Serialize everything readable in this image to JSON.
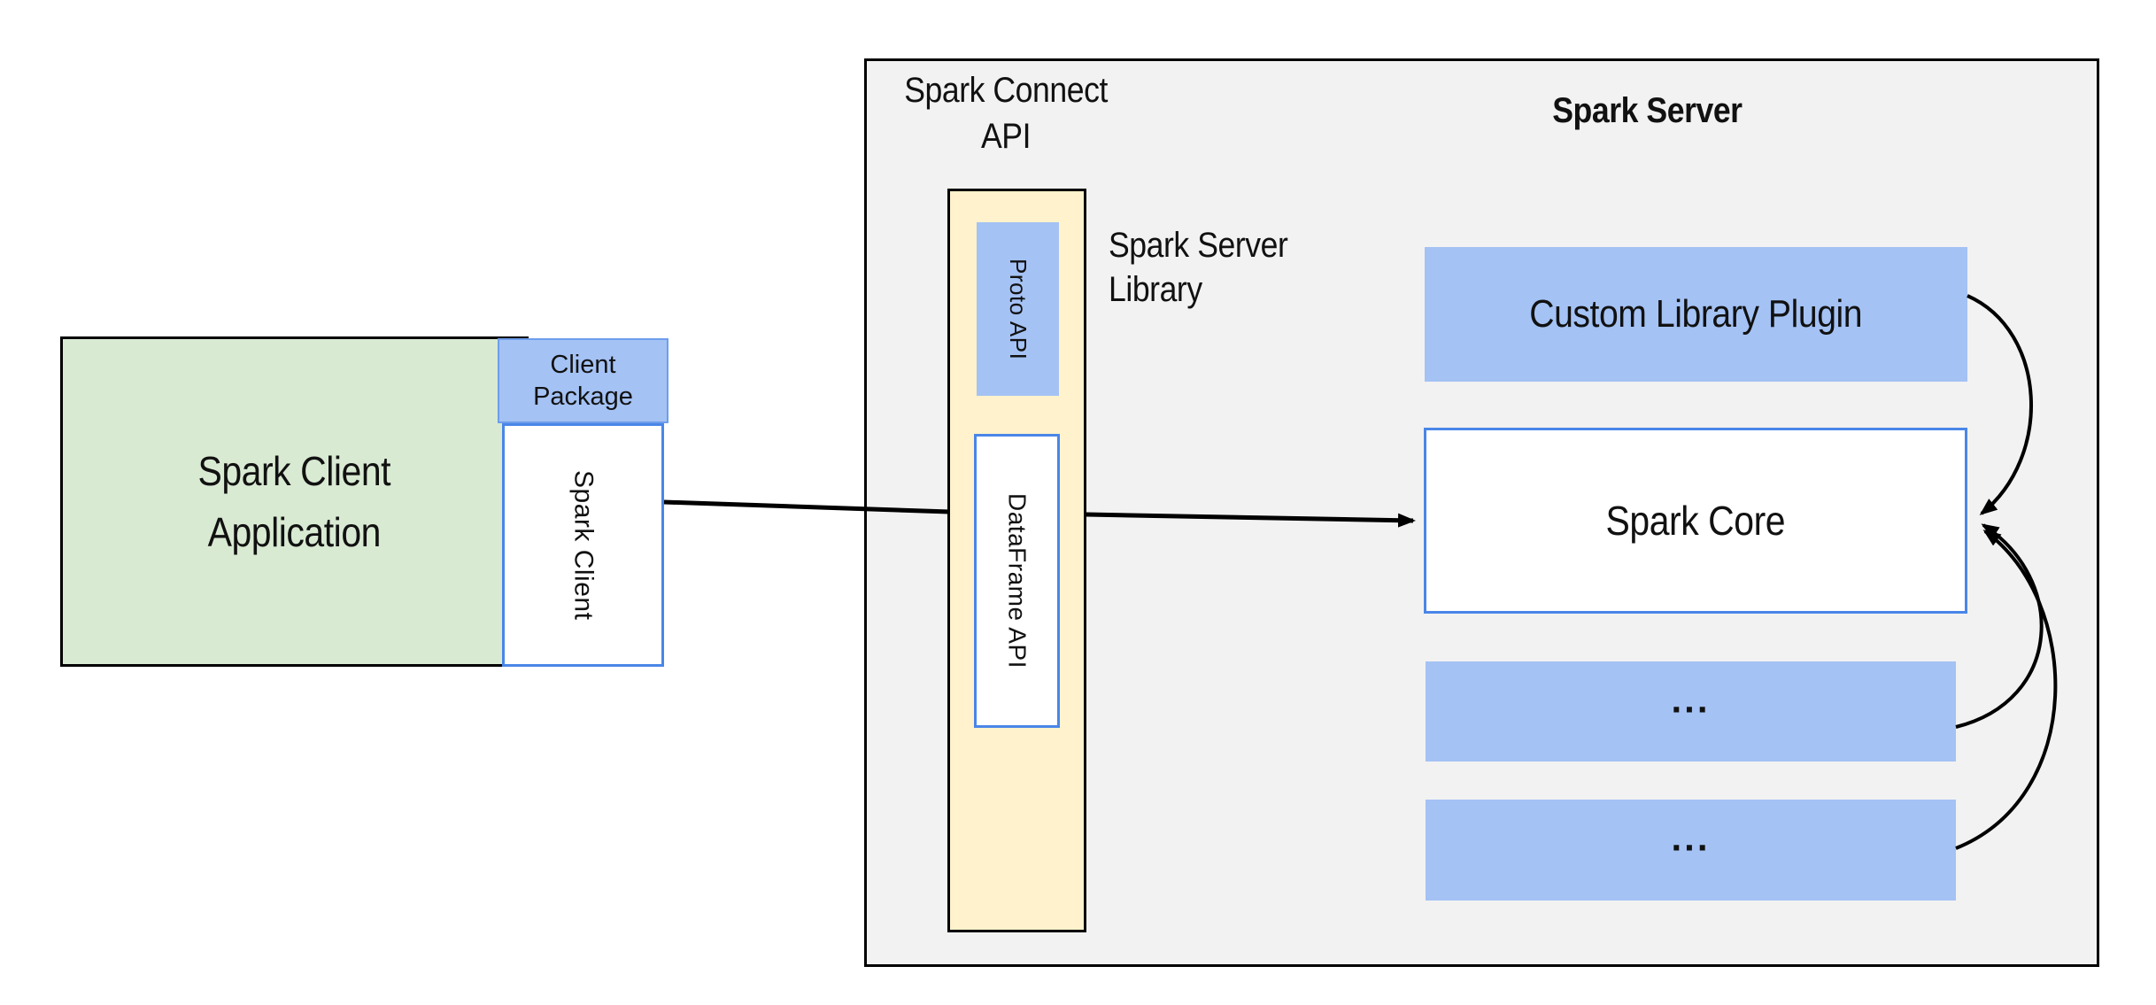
{
  "diagram": {
    "client": {
      "app_label": "Spark Client\nApplication",
      "package_label": "Client\nPackage",
      "spark_client_label": "Spark Client"
    },
    "connect": {
      "title": "Spark Connect\nAPI",
      "proto_api_label": "Proto API",
      "dataframe_api_label": "DataFrame API",
      "server_library_label": "Spark Server\nLibrary"
    },
    "server": {
      "title": "Spark Server",
      "plugin_label": "Custom Library Plugin",
      "core_label": "Spark Core",
      "more_plugins_1": "...",
      "more_plugins_2": "..."
    },
    "arrows": [
      "client-to-connect-api",
      "connect-api-to-spark-core",
      "custom-plugin-to-spark-core",
      "more-plugins-1-to-spark-core",
      "more-plugins-2-to-spark-core"
    ],
    "colors": {
      "client_app_green": "#d9ead3",
      "component_blue": "#a4c2f4",
      "api_yellow": "#fff2cc",
      "server_panel_gray": "#f2f2f2",
      "blue_border": "#4a86e8",
      "package_border": "#6d9eeb",
      "outline_black": "#000000",
      "arrow_black": "#000000"
    }
  }
}
